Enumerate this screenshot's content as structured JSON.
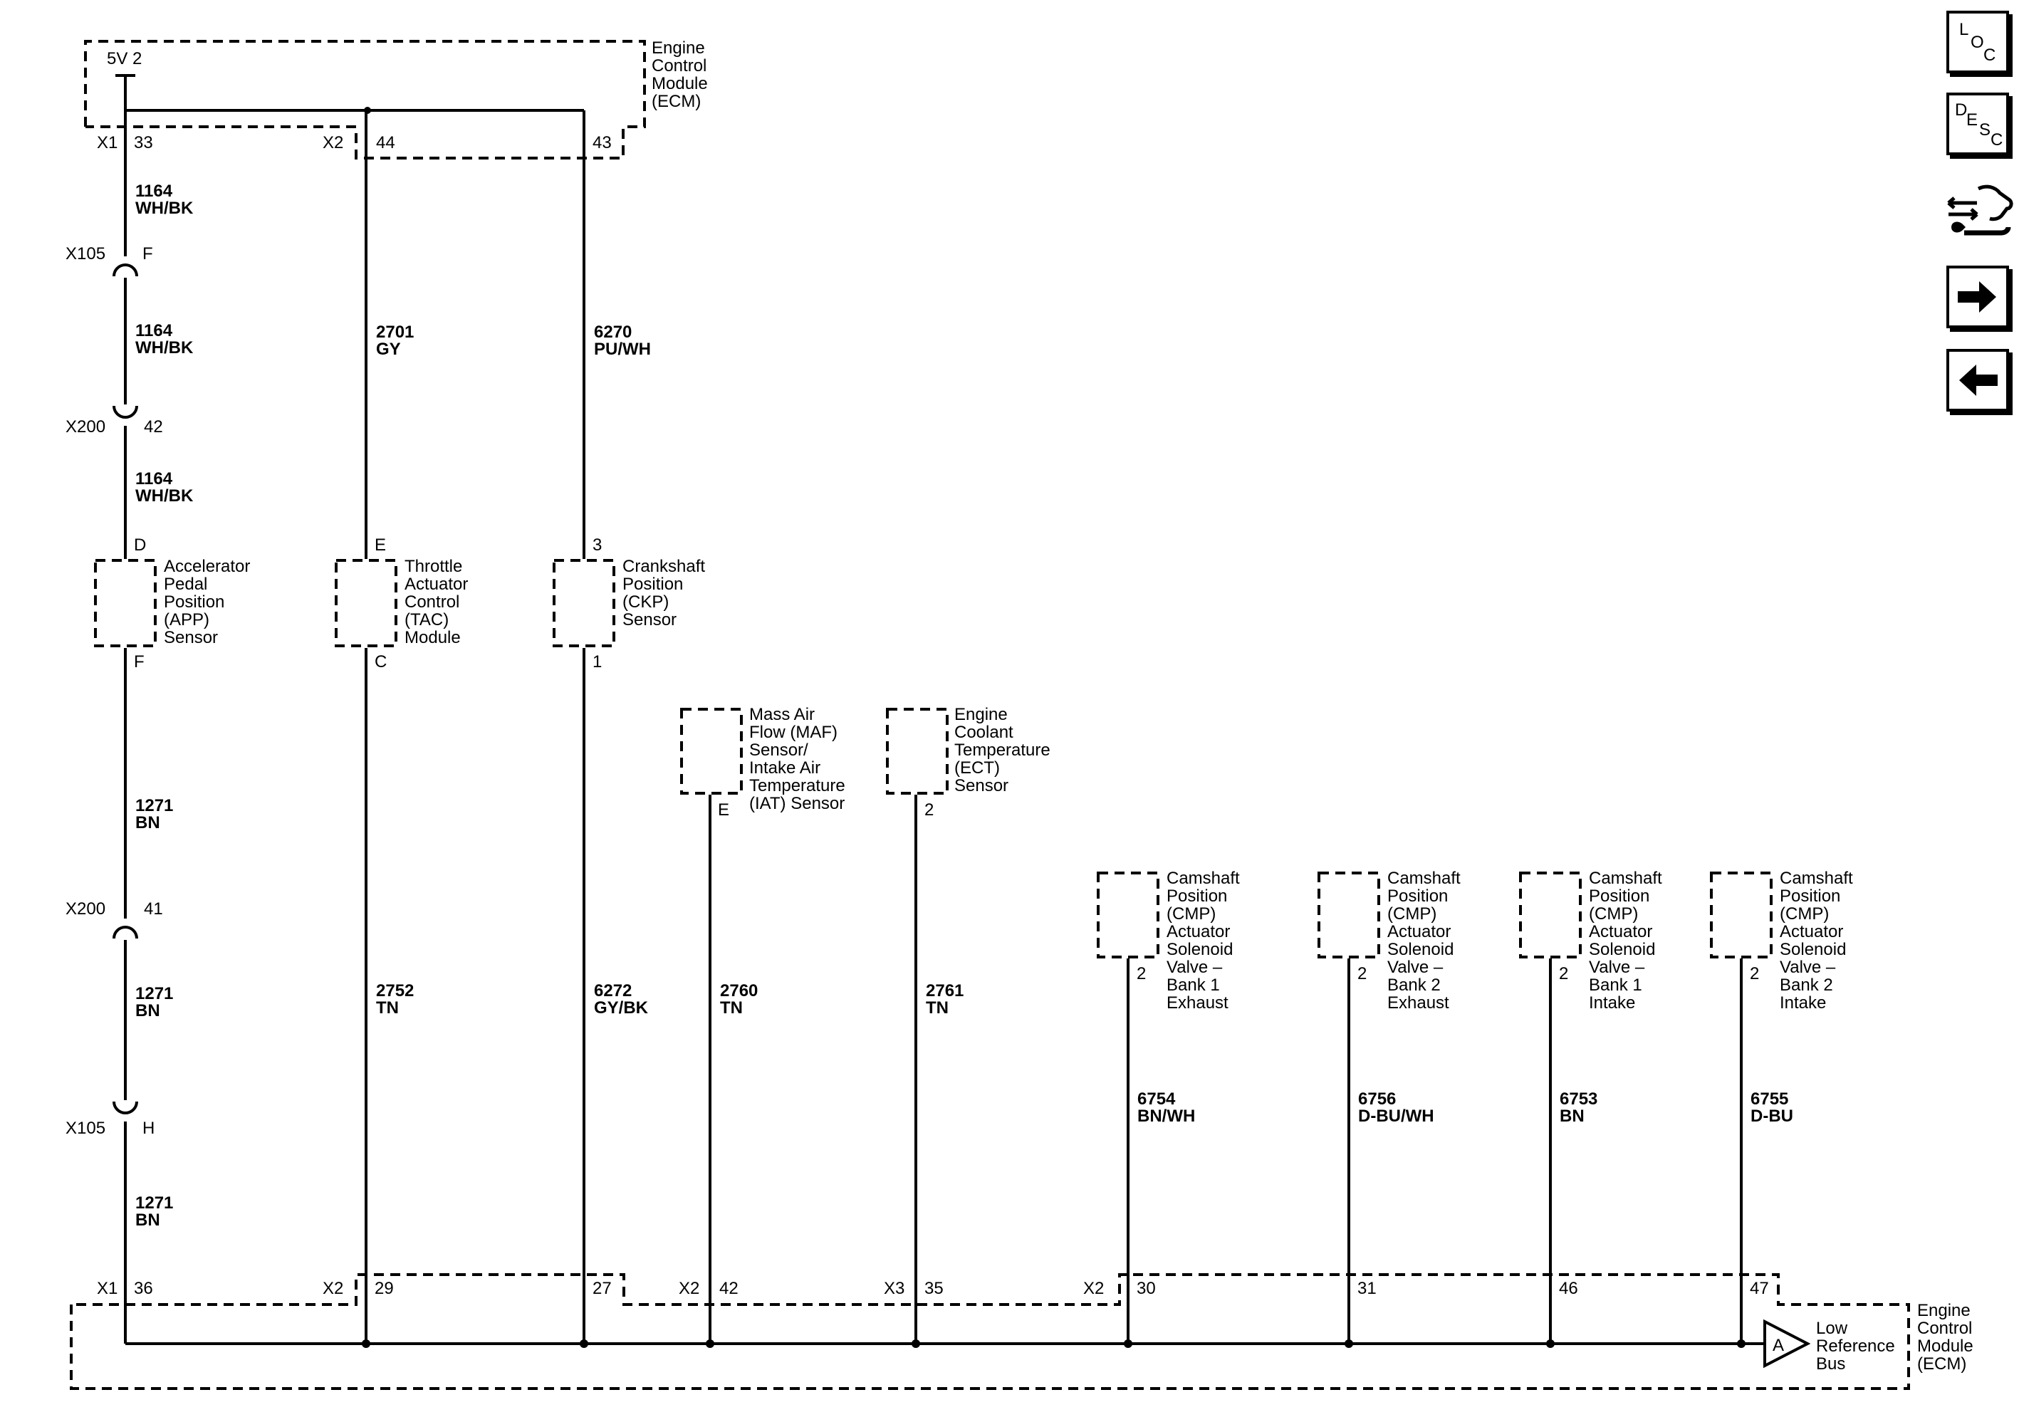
{
  "ecm_top": {
    "title_lines": [
      "Engine",
      "Control",
      "Module",
      "(ECM)"
    ],
    "supply_label": "5V 2",
    "connectors": {
      "x1": "X1",
      "x2": "X2"
    },
    "pins": {
      "app": "33",
      "tac": "44",
      "ckp": "43"
    }
  },
  "ecm_bottom": {
    "title_lines": [
      "Engine",
      "Control",
      "Module",
      "(ECM)"
    ],
    "bus_marker": "A",
    "bus_lines": [
      "Low",
      "Reference",
      "Bus"
    ],
    "connectors": {
      "x1": "X1",
      "x2a": "X2",
      "x2b": "X2",
      "x3": "X3",
      "x2c": "X2"
    },
    "pins": {
      "app": "36",
      "tac": "29",
      "ckp": "27",
      "maf": "42",
      "ect": "35",
      "cmp1": "30",
      "cmp2": "31",
      "cmp3": "46",
      "cmp4": "47"
    }
  },
  "inline_connectors": {
    "x105_f": {
      "name": "X105",
      "pin": "F"
    },
    "x200_42": {
      "name": "X200",
      "pin": "42"
    },
    "x200_41": {
      "name": "X200",
      "pin": "41"
    },
    "x105_h": {
      "name": "X105",
      "pin": "H"
    }
  },
  "wires": {
    "app_sig_1": {
      "circuit": "1164",
      "color": "WH/BK"
    },
    "app_sig_2": {
      "circuit": "1164",
      "color": "WH/BK"
    },
    "app_sig_3": {
      "circuit": "1164",
      "color": "WH/BK"
    },
    "tac_sig": {
      "circuit": "2701",
      "color": "GY"
    },
    "ckp_sig": {
      "circuit": "6270",
      "color": "PU/WH"
    },
    "app_low_1": {
      "circuit": "1271",
      "color": "BN"
    },
    "app_low_2": {
      "circuit": "1271",
      "color": "BN"
    },
    "app_low_3": {
      "circuit": "1271",
      "color": "BN"
    },
    "tac_low": {
      "circuit": "2752",
      "color": "TN"
    },
    "ckp_low": {
      "circuit": "6272",
      "color": "GY/BK"
    },
    "maf_low": {
      "circuit": "2760",
      "color": "TN"
    },
    "ect_low": {
      "circuit": "2761",
      "color": "TN"
    },
    "cmp1_low": {
      "circuit": "6754",
      "color": "BN/WH"
    },
    "cmp2_low": {
      "circuit": "6756",
      "color": "D-BU/WH"
    },
    "cmp3_low": {
      "circuit": "6753",
      "color": "BN"
    },
    "cmp4_low": {
      "circuit": "6755",
      "color": "D-BU"
    }
  },
  "components": {
    "app": {
      "lines": [
        "Accelerator",
        "Pedal",
        "Position",
        "(APP)",
        "Sensor"
      ],
      "pin_top": "D",
      "pin_bottom": "F"
    },
    "tac": {
      "lines": [
        "Throttle",
        "Actuator",
        "Control",
        "(TAC)",
        "Module"
      ],
      "pin_top": "E",
      "pin_bottom": "C"
    },
    "ckp": {
      "lines": [
        "Crankshaft",
        "Position",
        "(CKP)",
        "Sensor"
      ],
      "pin_top": "3",
      "pin_bottom": "1"
    },
    "maf": {
      "lines": [
        "Mass Air",
        "Flow (MAF)",
        "Sensor/",
        "Intake Air",
        "Temperature",
        "(IAT) Sensor"
      ],
      "pin_bottom": "E"
    },
    "ect": {
      "lines": [
        "Engine",
        "Coolant",
        "Temperature",
        "(ECT)",
        "Sensor"
      ],
      "pin_bottom": "2"
    },
    "cmp1": {
      "lines": [
        "Camshaft",
        "Position",
        "(CMP)",
        "Actuator",
        "Solenoid",
        "Valve –",
        "Bank 1",
        "Exhaust"
      ],
      "pin_bottom": "2"
    },
    "cmp2": {
      "lines": [
        "Camshaft",
        "Position",
        "(CMP)",
        "Actuator",
        "Solenoid",
        "Valve –",
        "Bank 2",
        "Exhaust"
      ],
      "pin_bottom": "2"
    },
    "cmp3": {
      "lines": [
        "Camshaft",
        "Position",
        "(CMP)",
        "Actuator",
        "Solenoid",
        "Valve –",
        "Bank 1",
        "Intake"
      ],
      "pin_bottom": "2"
    },
    "cmp4": {
      "lines": [
        "Camshaft",
        "Position",
        "(CMP)",
        "Actuator",
        "Solenoid",
        "Valve –",
        "Bank 2",
        "Intake"
      ],
      "pin_bottom": "2"
    }
  },
  "nav": {
    "loc": {
      "l": "L",
      "o": "O",
      "c": "C"
    },
    "desc": {
      "d": "D",
      "e": "E",
      "s": "S",
      "c": "C"
    }
  }
}
